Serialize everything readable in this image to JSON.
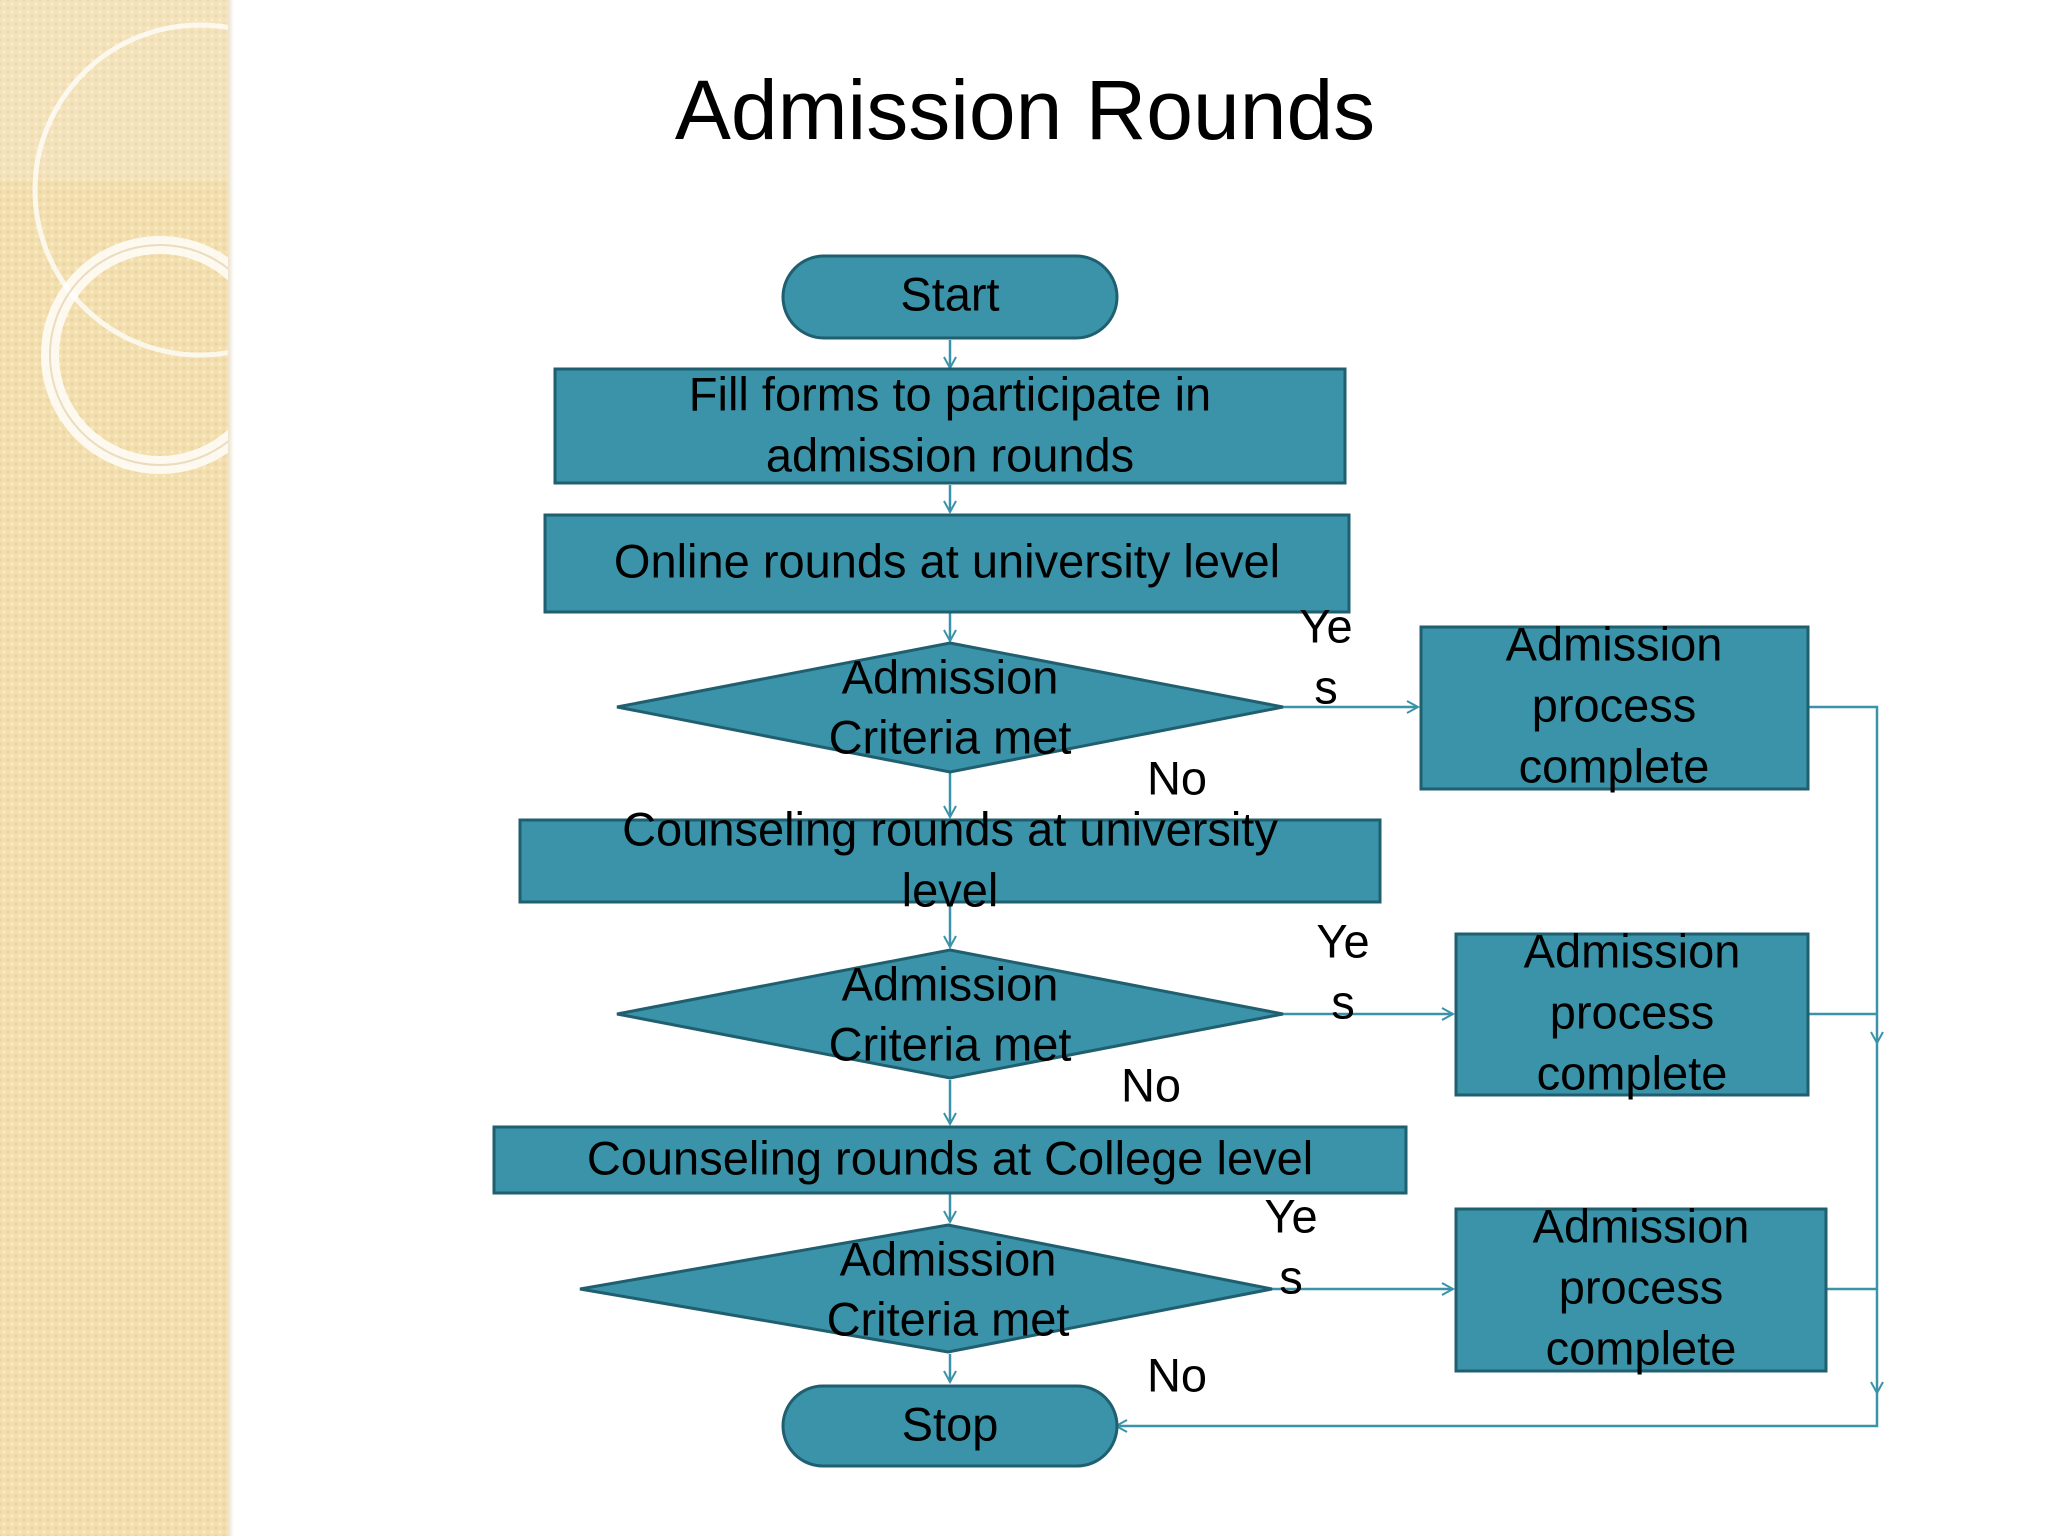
{
  "slide": {
    "title": "Admission Rounds"
  },
  "flowchart": {
    "start": "Start",
    "fill_forms": [
      "Fill forms to participate in",
      "admission rounds"
    ],
    "online_rounds": "Online rounds at university level",
    "decision_1": [
      "Admission",
      "Criteria met"
    ],
    "counseling_university": [
      "Counseling rounds at university",
      "level"
    ],
    "decision_2": [
      "Admission",
      "Criteria met"
    ],
    "counseling_college": "Counseling rounds at College level",
    "decision_3": [
      "Admission",
      "Criteria met"
    ],
    "stop": "Stop",
    "complete_1": [
      "Admission",
      "process",
      "complete"
    ],
    "complete_2": [
      "Admission",
      "process",
      "complete"
    ],
    "complete_3": [
      "Admission",
      "process",
      "complete"
    ],
    "yes_label": [
      "Ye",
      "s"
    ],
    "no_label": "No"
  },
  "colors": {
    "node_fill": "#3a93a8",
    "node_stroke": "#1f5f70",
    "connector": "#3a93a8",
    "sidebar": "#f3dfae"
  }
}
